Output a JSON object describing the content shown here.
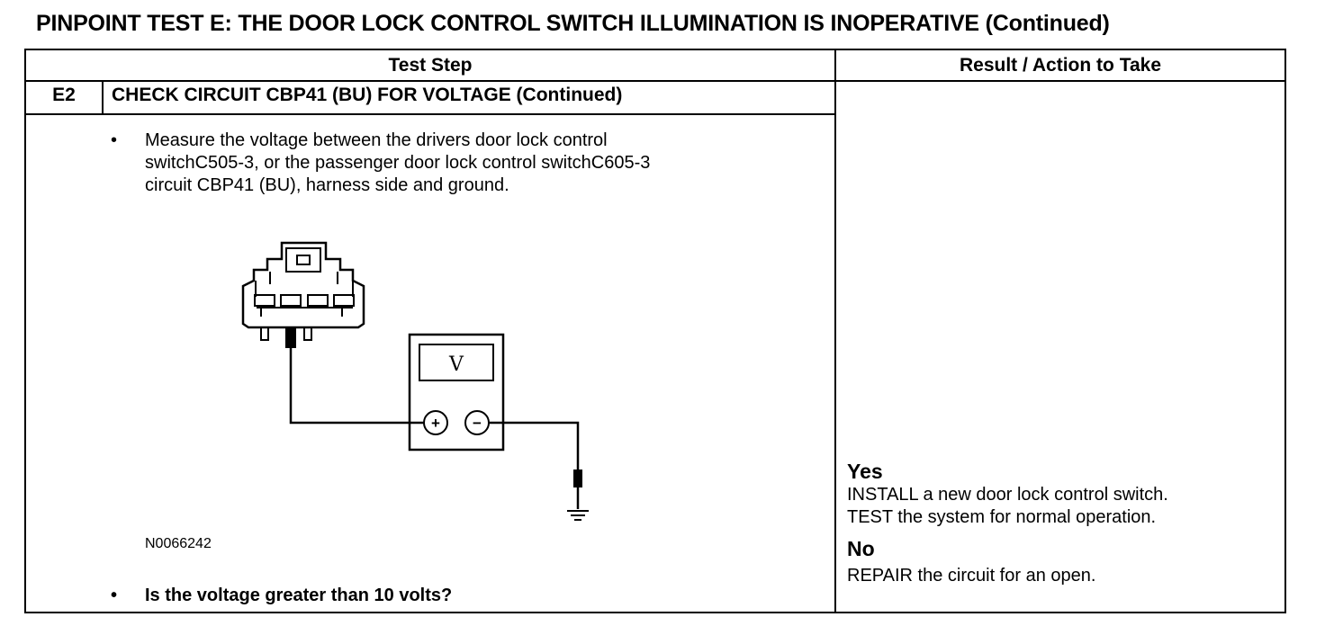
{
  "document": {
    "title": "PINPOINT TEST  E: THE DOOR LOCK CONTROL SWITCH ILLUMINATION IS INOPERATIVE (Continued)"
  },
  "table": {
    "headers": {
      "test_step": "Test Step",
      "result": "Result / Action to Take"
    },
    "step": {
      "id": "E2",
      "title": "CHECK CIRCUIT CBP41 (BU) FOR VOLTAGE (Continued)",
      "bullet_1": {
        "line_1": "Measure the voltage between the drivers door lock control",
        "line_2": "switchC505-3, or the passenger door lock control switchC605-3",
        "line_3": "circuit CBP41 (BU), harness side and ground."
      },
      "figure_id": "N0066242",
      "bullet_2": "Is the voltage greater than 10 volts?"
    },
    "results": {
      "yes_label": "Yes",
      "yes_line_1": "INSTALL a new door lock control switch.",
      "yes_line_2": "TEST the system for normal operation.",
      "no_label": "No",
      "no_line_1": "REPAIR the circuit for an open."
    }
  },
  "figure": {
    "meter_symbol": "V",
    "plus_symbol": "+",
    "minus_symbol": "−",
    "bullet_symbol": "•"
  }
}
